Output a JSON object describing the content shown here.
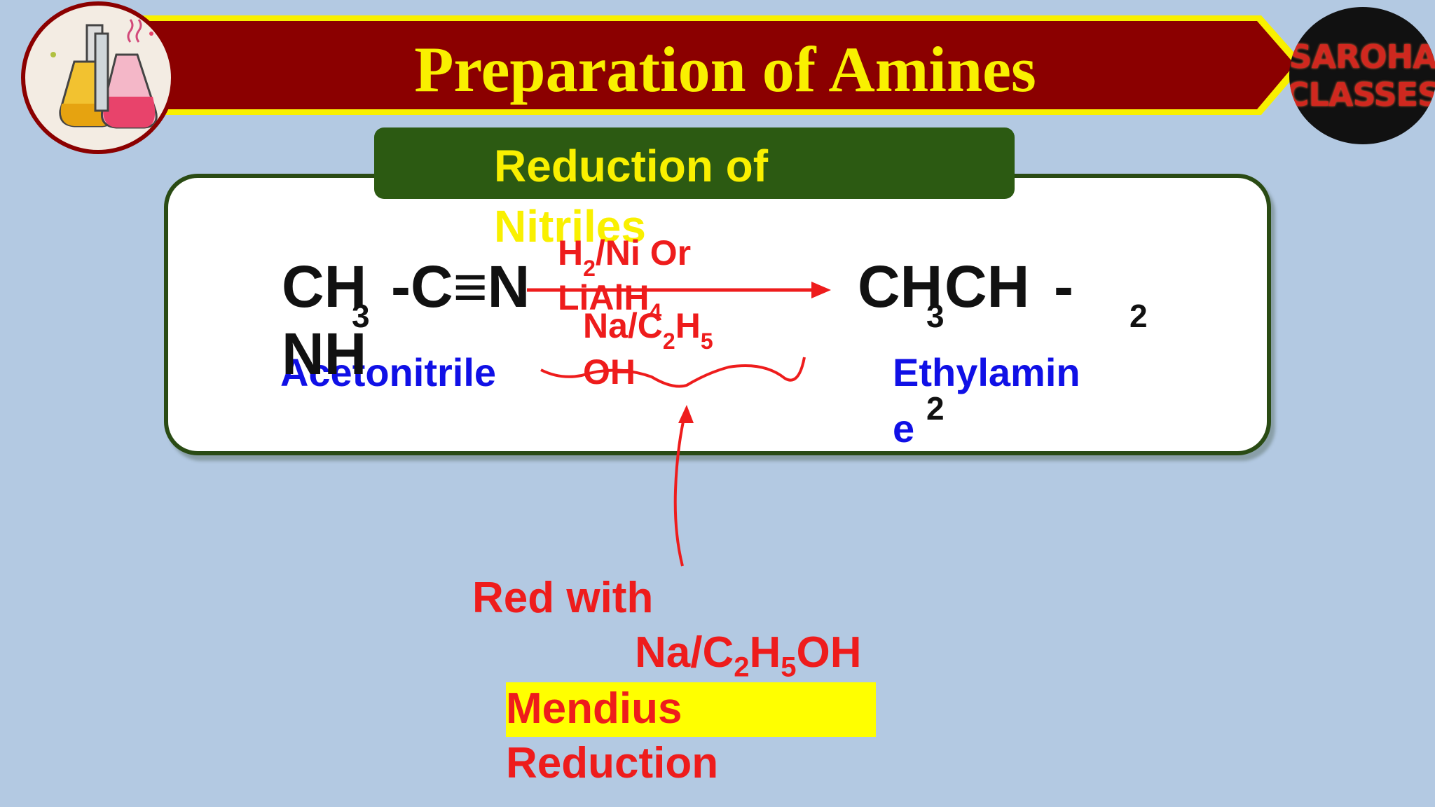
{
  "header": {
    "title": "Preparation of Amines",
    "brand_line1": "SAROHA",
    "brand_line2": "CLASSES"
  },
  "section": {
    "title": "Reduction of Nitriles"
  },
  "reaction": {
    "reactant": {
      "main": "CH",
      "sub": "3",
      "rest": "-C≡N",
      "name": "Acetonitrile"
    },
    "reagent_line1_a": "H",
    "reagent_line1_sub": "2",
    "reagent_line1_b": "/Ni Or",
    "reagent_line2": "LiAlH",
    "reagent_line2_sub": "4",
    "reagent_line3_a": "Na/C",
    "reagent_line3_sub1": "2",
    "reagent_line3_b": "H",
    "reagent_line3_sub2": "5",
    "reagent_line4": "OH",
    "product": {
      "part1": "CH",
      "sub1": "3",
      "part2": "CH",
      "sub2": "2",
      "dash": "-",
      "part3": "NH",
      "sub3": "2",
      "name": "Ethylamine"
    }
  },
  "annotation": {
    "line1": "Red with",
    "line2_a": "Na/C",
    "line2_sub1": "2",
    "line2_b": "H",
    "line2_sub2": "5",
    "line2_c": "OH",
    "line3": "Mendius",
    "line4": "Reduction"
  },
  "colors": {
    "background": "#b3c9e2",
    "banner": "#8b0000",
    "banner_border": "#f9f000",
    "title_text": "#f9f000",
    "section_tab": "#2c5a12",
    "reagent_red": "#ee1c1c",
    "name_blue": "#1010e6"
  }
}
